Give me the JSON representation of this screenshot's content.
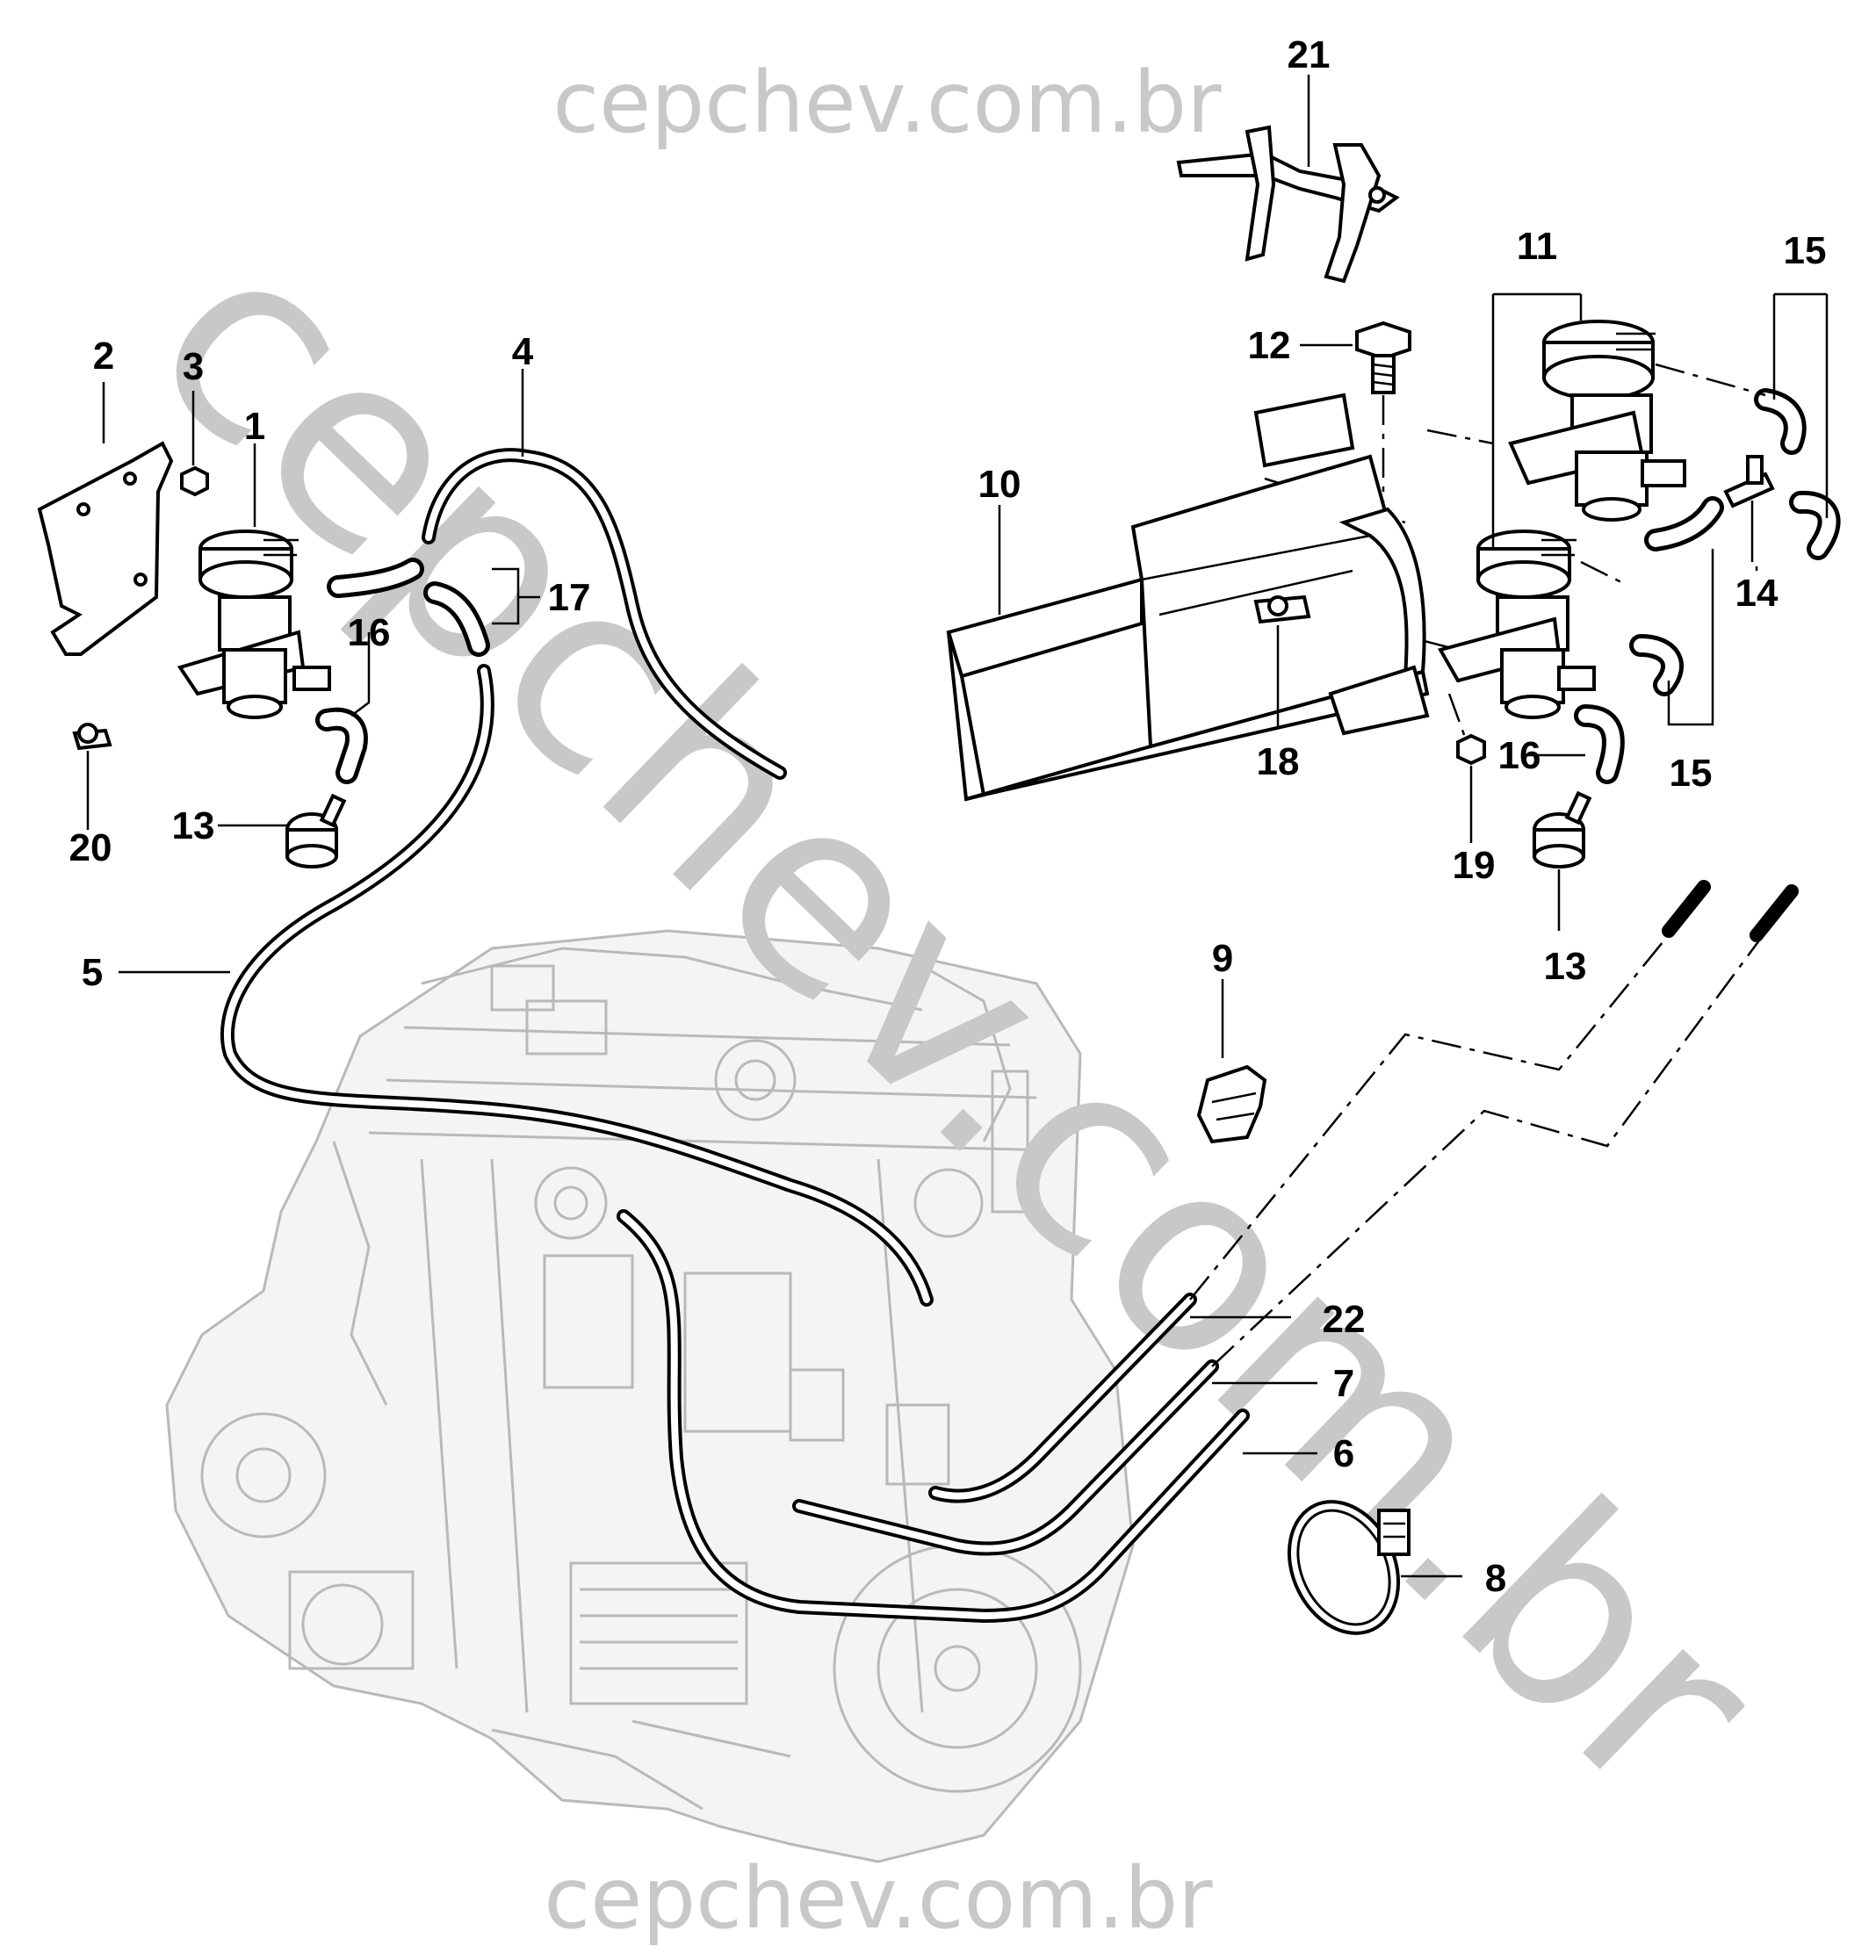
{
  "watermark": {
    "top": "cepchev.com.br",
    "diagonal": "cepchev.com.br",
    "bottom": "cepchev.com.br"
  },
  "callouts": {
    "c1": "1",
    "c2": "2",
    "c3": "3",
    "c4": "4",
    "c5": "5",
    "c6": "6",
    "c7": "7",
    "c8": "8",
    "c9": "9",
    "c10": "10",
    "c11": "11",
    "c12": "12",
    "c13a": "13",
    "c13b": "13",
    "c14": "14",
    "c15a": "15",
    "c15b": "15",
    "c16a": "16",
    "c16b": "16",
    "c17": "17",
    "c18": "18",
    "c19": "19",
    "c20": "20",
    "c21": "21",
    "c22": "22"
  }
}
